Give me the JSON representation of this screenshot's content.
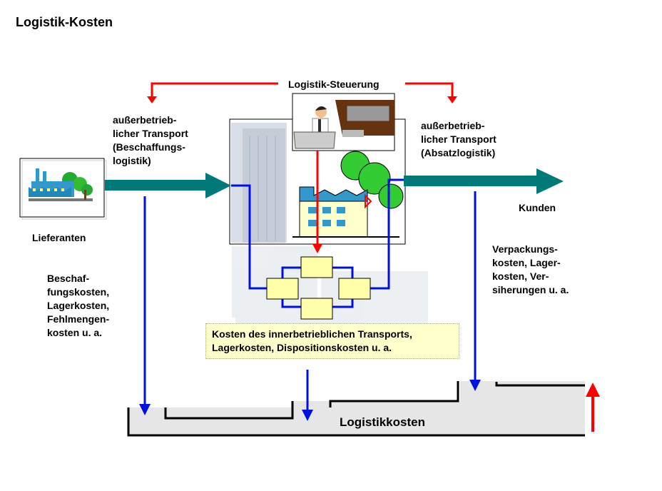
{
  "title": "Logistik-Kosten",
  "steuerung_label": "Logistik-Steuerung",
  "left_transport": "außerbetrieb-\nlicher Transport\n(Beschaffungs-\nlogistik)",
  "right_transport": "außerbetrieb-\nlicher Transport\n(Absatzlogistik)",
  "lieferanten": "Lieferanten",
  "kunden": "Kunden",
  "left_costs": "Beschaf-\nfungskosten,\nLagerkosten,\nFehlmengen-\nkosten u. a.",
  "right_costs": "Verpackungs-\nkosten, Lager-\nkosten, Ver-\nsiherungen u. a.",
  "center_costs": "Kosten des innerbetrieblichen Transports,\nLagerkosten, Dispositionskosten u. a.",
  "bottom_label": "Logistikkosten",
  "colors": {
    "teal_arrow": "#007a78",
    "blue_line": "#0010e0",
    "red_line": "#ff0000",
    "node_fill": "#ffffaa",
    "note_fill": "#ffffcc",
    "gray_band": "#e6e6e6"
  },
  "icons": [
    "factory-icon",
    "office-building-icon",
    "operator-desk-icon"
  ]
}
